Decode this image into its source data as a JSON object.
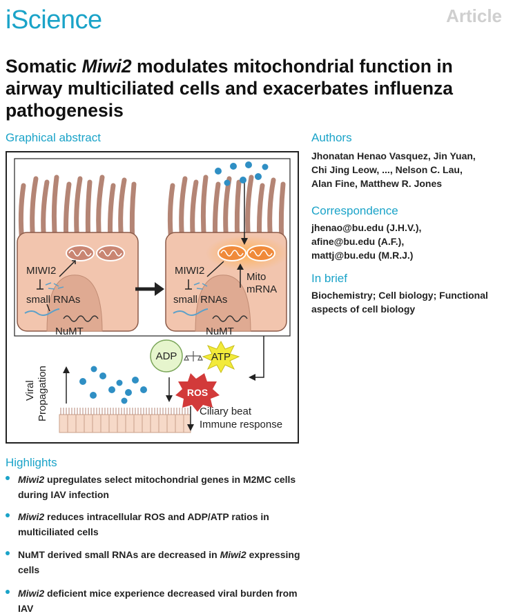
{
  "header": {
    "journal": "iScience",
    "article_type": "Article"
  },
  "title": {
    "line1_pre": "Somatic ",
    "line1_em": "Miwi2",
    "line1_post": " modulates mitochondrial function in",
    "line2": "airway multiciliated cells and exacerbates influenza",
    "line3": "pathogenesis"
  },
  "graphical_abstract": {
    "heading": "Graphical abstract",
    "labels": {
      "miwi2_left": "MIWI2",
      "small_rnas_left": "small RNAs",
      "numt_left": "NuMT",
      "miwi2_right": "MIWI2",
      "small_rnas_right": "small RNAs",
      "numt_right": "NuMT",
      "mito": "Mito",
      "mrna": "mRNA",
      "adp": "ADP",
      "atp": "ATP",
      "ros": "ROS",
      "viral": "Viral",
      "propagation": "Propagation",
      "ciliary_beat": "Ciliary beat",
      "immune_response": "Immune response"
    },
    "colors": {
      "cell": "#f2c5ae",
      "cilia": "#b48575",
      "nucleus": "#dfaa92",
      "virus": "#2f8fc4",
      "ros": "#d23a3a",
      "atp": "#f2ea3a",
      "adp": "#e6f5cd"
    }
  },
  "authors": {
    "heading": "Authors",
    "lines": [
      "Jhonatan Henao Vasquez, Jin Yuan,",
      "Chi Jing Leow, ..., Nelson C. Lau,",
      "Alan Fine, Matthew R. Jones"
    ]
  },
  "correspondence": {
    "heading": "Correspondence",
    "lines": [
      "jhenao@bu.edu (J.H.V.),",
      "afine@bu.edu (A.F.),",
      "mattj@bu.edu (M.R.J.)"
    ]
  },
  "in_brief": {
    "heading": "In brief",
    "lines": [
      "Biochemistry; Cell biology; Functional",
      "aspects of cell biology"
    ]
  },
  "highlights": {
    "heading": "Highlights",
    "items": [
      {
        "em": "Miwi2",
        "line1": " upregulates select mitochondrial genes in M2MC cells",
        "line2": "during IAV infection"
      },
      {
        "em": "Miwi2",
        "line1": " reduces intracellular ROS and ADP/ATP ratios in",
        "line2": "multiciliated cells"
      },
      {
        "pre": "NuMT derived small RNAs are decreased in ",
        "em": "Miwi2",
        "post": " expressing",
        "line2": "cells"
      },
      {
        "em": "Miwi2",
        "line1": " deficient mice experience decreased viral burden from",
        "line2": "IAV"
      }
    ]
  }
}
